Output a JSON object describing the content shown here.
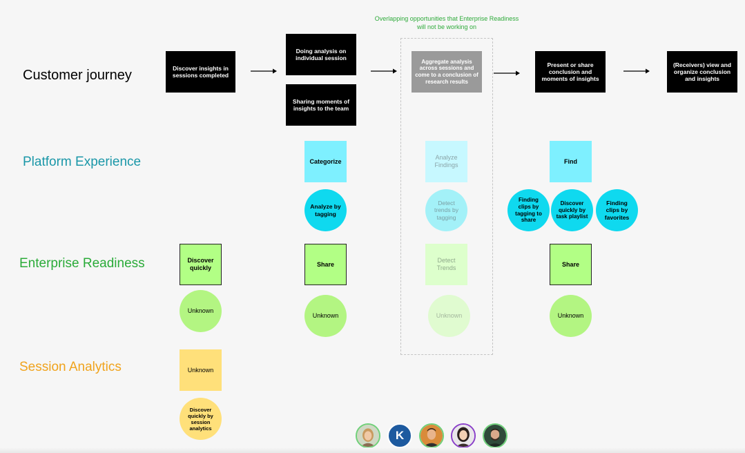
{
  "rows": {
    "customer_journey": "Customer journey",
    "platform_experience": "Platform Experience",
    "enterprise_readiness": "Enterprise Readiness",
    "session_analytics": "Session Analytics"
  },
  "overlap_note": "Overlapping opportunities that Enterprise Readiness will not be working on",
  "journey": {
    "step1": "Discover insights in sessions completed",
    "step2a": "Doing analysis on individual session",
    "step2b": "Sharing moments of insights to the team",
    "step3": "Aggregate analysis across sessions and come to a conclusion of research results",
    "step4": "Present or share conclusion and moments of insights",
    "step5": "(Receivers) view and organize conclusion and insights"
  },
  "platform": {
    "categorize": "Categorize",
    "analyze_by_tagging": "Analyze by tagging",
    "analyze_findings": "Analyze Findings",
    "detect_trends_by_tagging": "Detect trends by tagging",
    "find": "Find",
    "finding_clips_tagging": "Finding clips by tagging to share",
    "discover_task_playlist": "Discover quickly by task playlist",
    "finding_clips_favorites": "Finding clips by favorites"
  },
  "enterprise": {
    "discover_quickly": "Discover quickly",
    "unknown1": "Unknown",
    "share1": "Share",
    "unknown2": "Unknown",
    "detect_trends": "Detect Trends",
    "unknown3": "Unknown",
    "share2": "Share",
    "unknown4": "Unknown"
  },
  "analytics": {
    "unknown": "Unknown",
    "discover_by_session_analytics": "Discover quickly by session analytics"
  },
  "avatars": {
    "k_initial": "K"
  },
  "colors": {
    "customer_journey_label": "#000000",
    "platform_label": "#1a97a8",
    "enterprise_label": "#2bab39",
    "analytics_label": "#f0a31c",
    "overlap_note": "#2eaa3a"
  }
}
